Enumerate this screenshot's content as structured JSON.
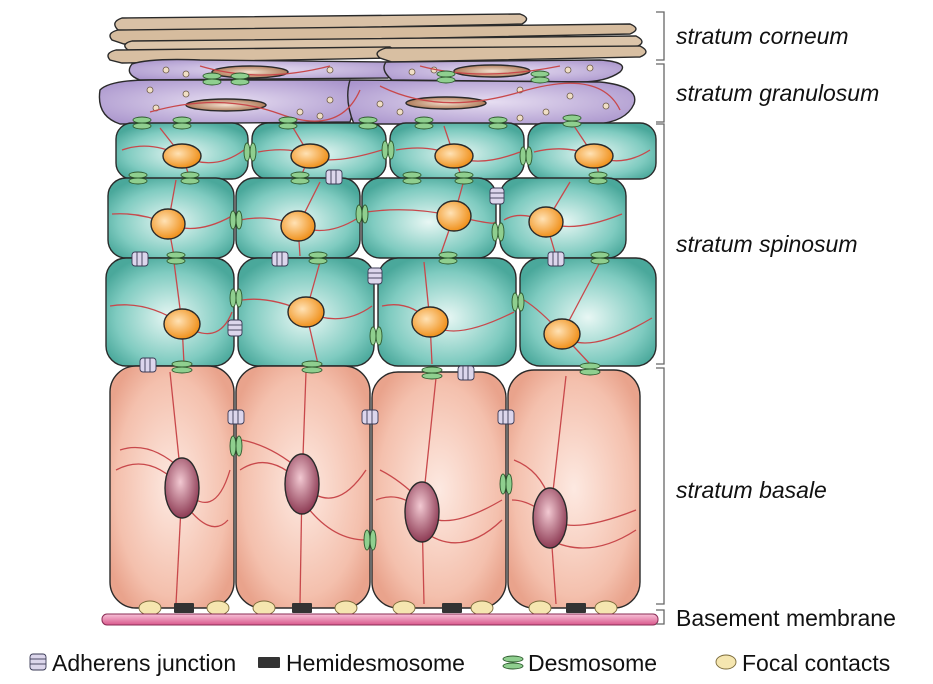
{
  "layers": {
    "corneum": "stratum corneum",
    "granulosum": "stratum granulosum",
    "spinosum": "stratum spinosum",
    "basale": "stratum basale",
    "basement": "Basement membrane"
  },
  "legend": {
    "adherens": "Adherens junction",
    "hemidesmosome": "Hemidesmosome",
    "desmosome": "Desmosome",
    "focal": "Focal contacts"
  },
  "colors": {
    "corneum": "#d9c1a6",
    "granulosum": "#b9a6d6",
    "spinosum": "#5fbcb0",
    "basale": "#f2b8a6",
    "nucleus_spinosum": "#f3a24b",
    "nucleus_basale": "#a8526a",
    "keratin": "#c8484b",
    "desmosome": "#8fcf8f",
    "focal": "#f5e6b0",
    "hemidesmosome": "#333333",
    "membrane": "#e27aa3"
  }
}
